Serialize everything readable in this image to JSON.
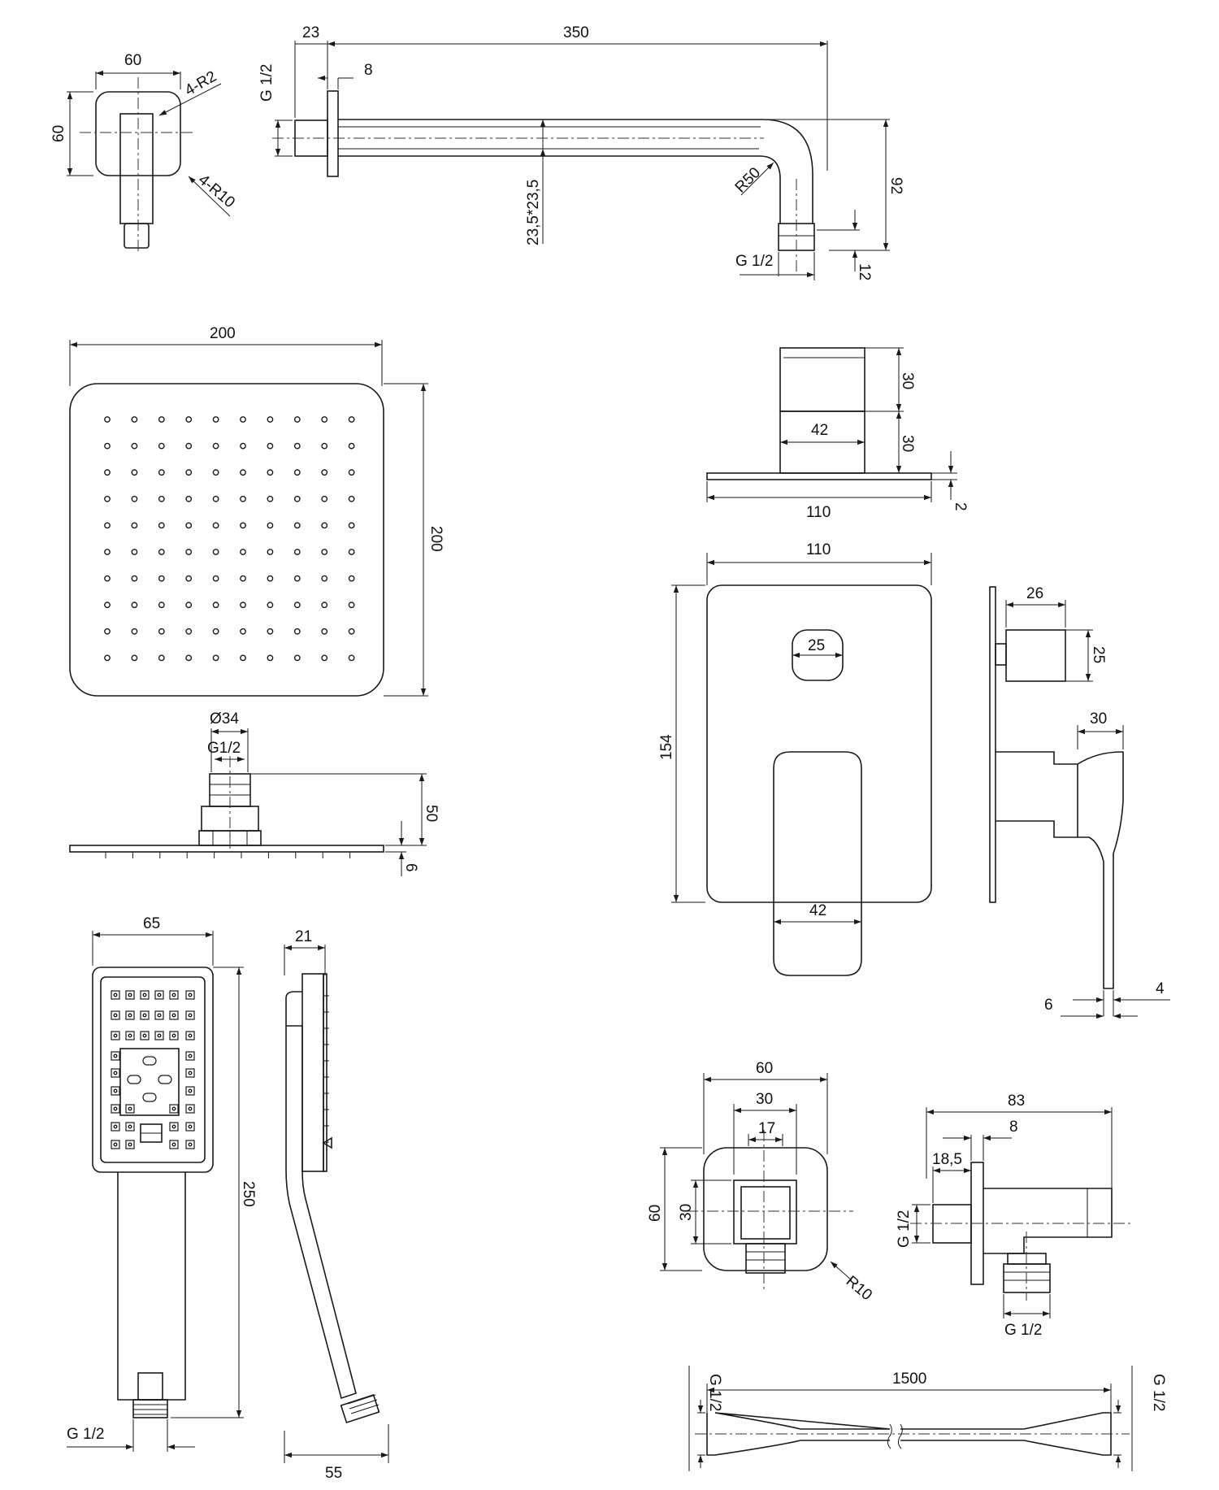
{
  "dimensions": {
    "arm_top": {
      "flange_w": "60",
      "flange_h": "60",
      "corner_small": "4-R2",
      "corner_large": "4-R10"
    },
    "arm_side": {
      "d23": "23",
      "d350": "350",
      "d8": "8",
      "thread_left": "G 1/2",
      "d23_5": "23,5*23,5",
      "radius": "R50",
      "d92": "92",
      "thread_bottom": "G 1/2",
      "d12": "12"
    },
    "head_top": {
      "width": "200",
      "height": "200"
    },
    "head_side": {
      "diameter": "Ø34",
      "thread": "G1/2",
      "height": "50",
      "thickness": "6"
    },
    "handle_side": {
      "h1": "30",
      "h2": "30",
      "base": "110",
      "knob": "42",
      "plate_t": "2"
    },
    "mixer_front": {
      "width": "110",
      "height": "154",
      "slot": "25",
      "handle": "42"
    },
    "mixer_side": {
      "knob_w": "26",
      "knob_h": "25",
      "lever": "30",
      "tip": "4",
      "plate": "6"
    },
    "hand_front": {
      "width": "65",
      "length": "250",
      "thread": "G 1/2"
    },
    "hand_side": {
      "thickness": "21",
      "offset": "55"
    },
    "outlet_front": {
      "outer": "60",
      "inner": "30",
      "hole": "17",
      "height": "60",
      "inner_h": "30",
      "radius": "R10"
    },
    "outlet_side": {
      "length": "83",
      "flange": "8",
      "depth": "18,5",
      "thread_left": "G 1/2",
      "thread_bottom": "G 1/2"
    },
    "hose": {
      "length": "1500",
      "thread_left": "G 1/2",
      "thread_right": "G 1/2"
    }
  },
  "colors": {
    "line": "#1a1a1a",
    "background": "#ffffff"
  }
}
